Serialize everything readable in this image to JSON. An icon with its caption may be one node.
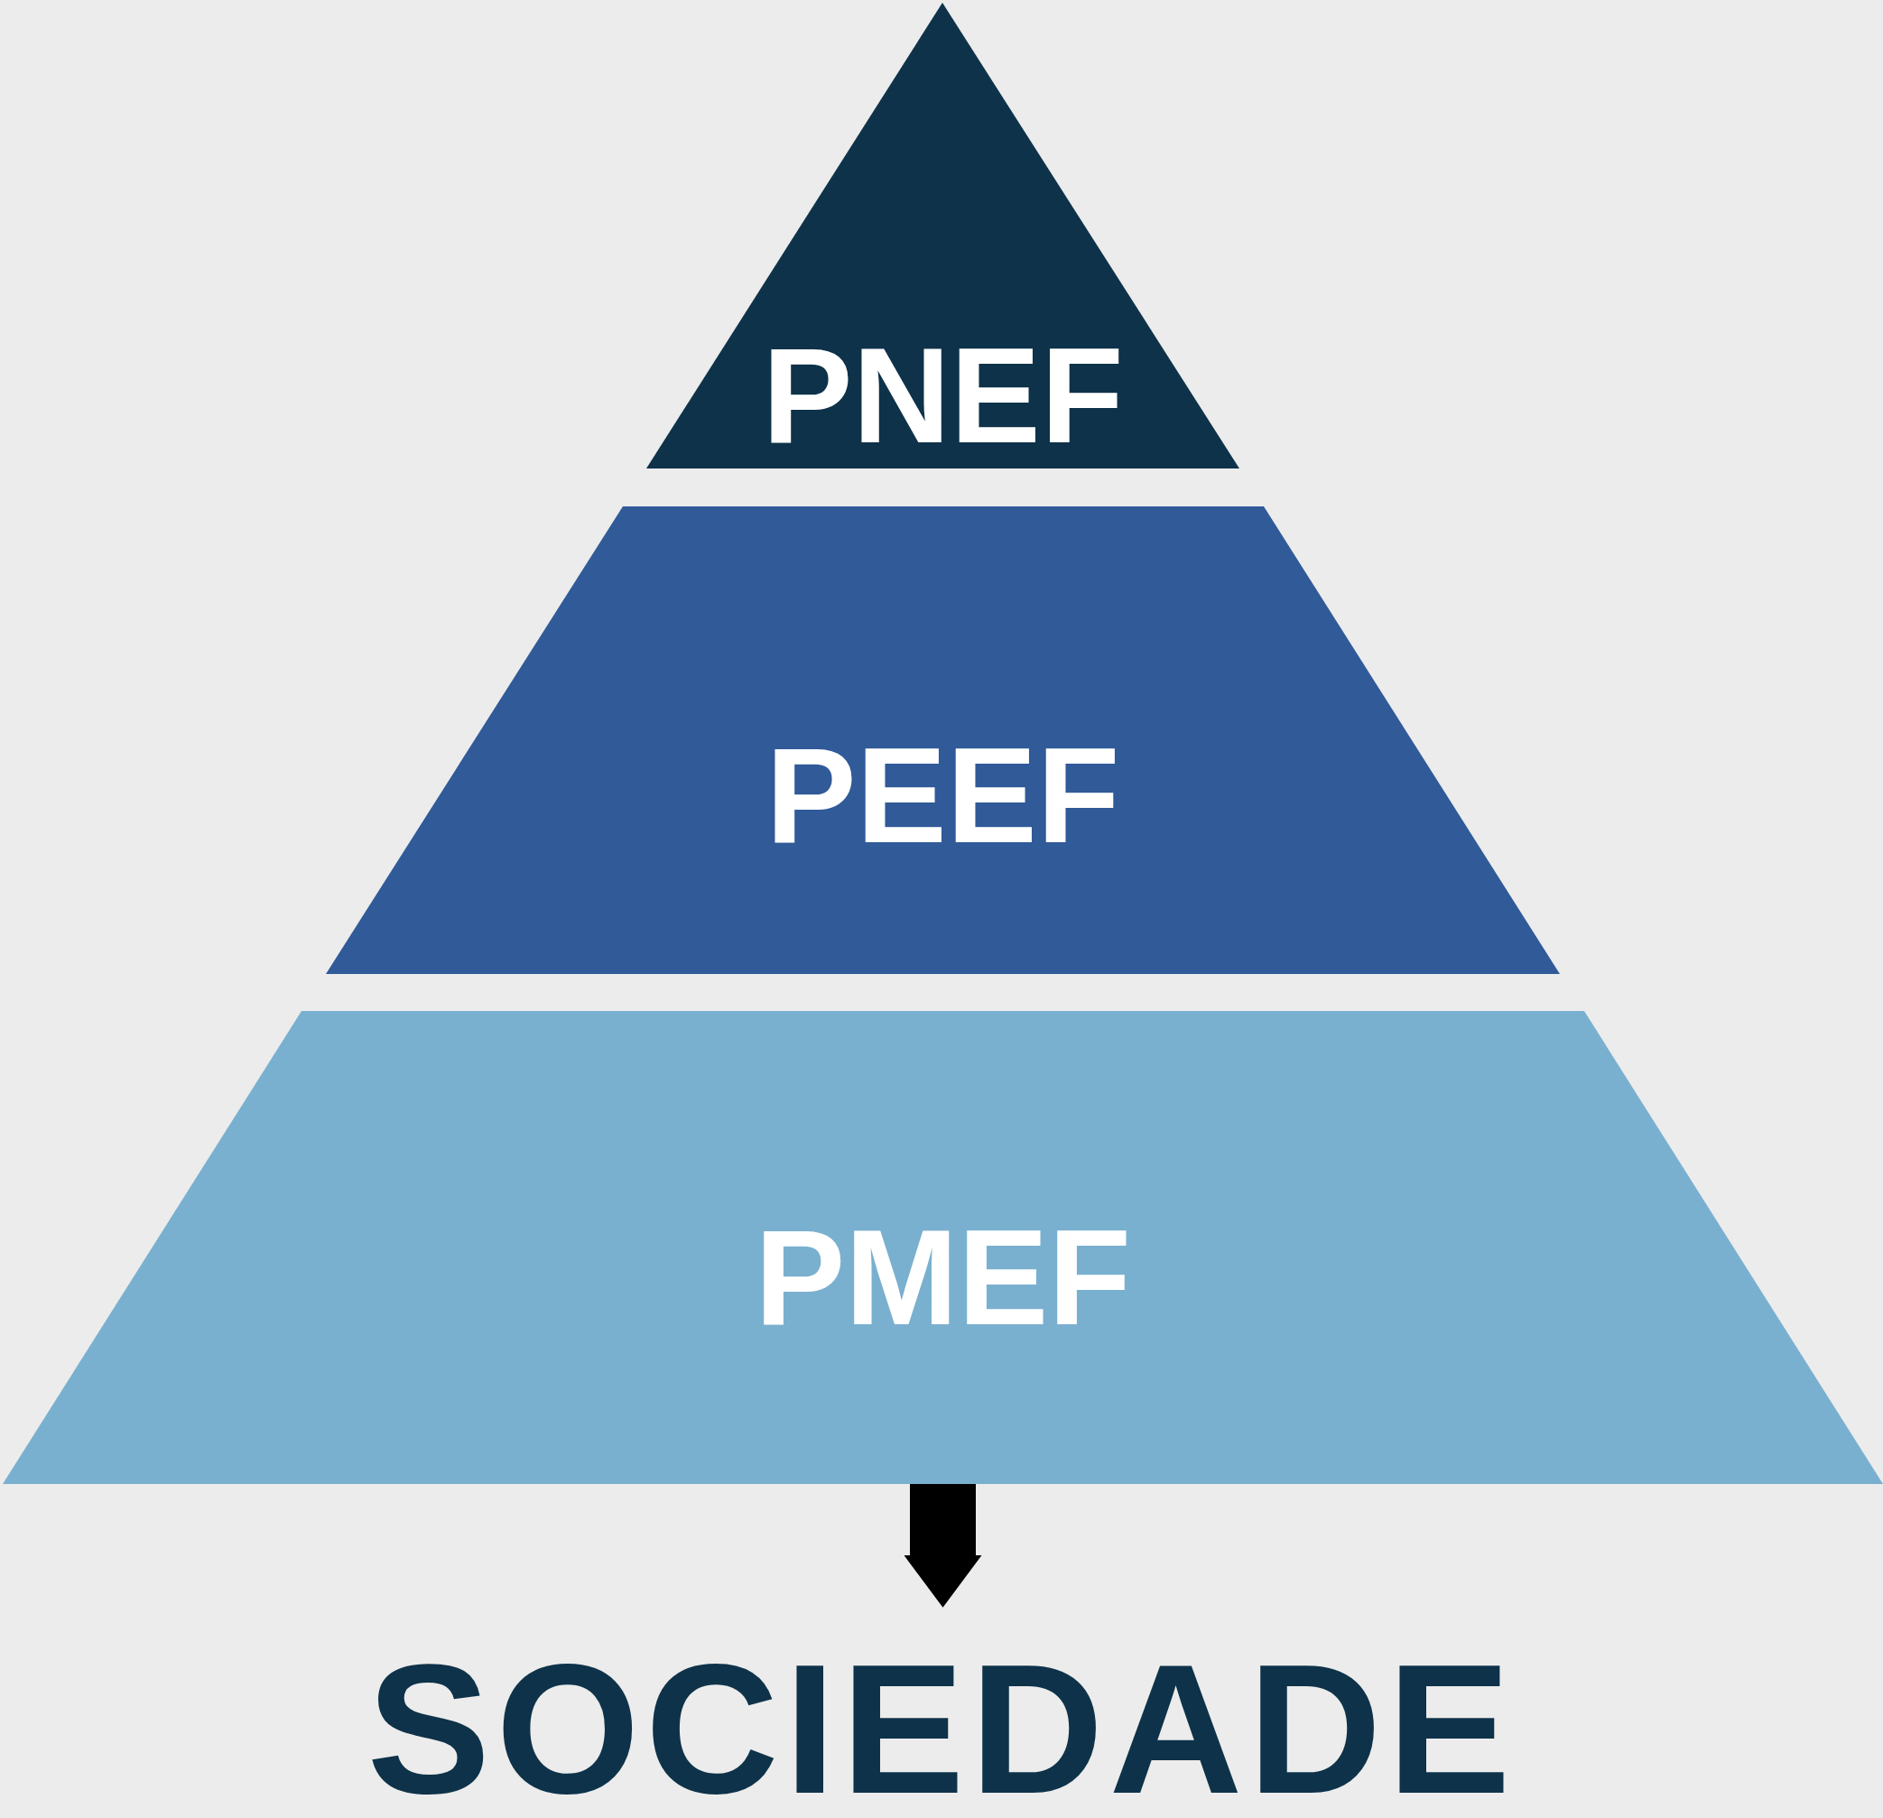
{
  "diagram": {
    "nodes": [
      {
        "text": [
          "PNEF"
        ]
      },
      {
        "text": [
          "PEEF"
        ]
      },
      {
        "text": [
          "PMEF"
        ]
      },
      {
        "text": [
          "SOCIEDADE"
        ]
      }
    ],
    "edges": [
      {
        "from": 2,
        "to": 3,
        "arrow": "to"
      }
    ]
  }
}
